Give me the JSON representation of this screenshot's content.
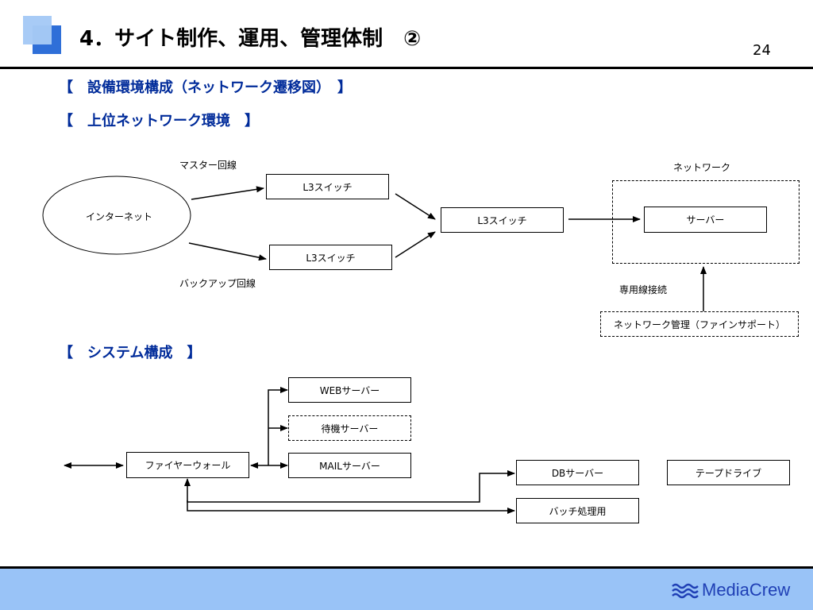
{
  "header": {
    "title": "4．サイト制作、運用、管理体制　②",
    "page_number": "24"
  },
  "sections": {
    "equipment": "【　設備環境構成（ネットワーク遷移図）　】",
    "upper_network": "【　上位ネットワーク環境　】",
    "system": "【　システム構成　】"
  },
  "network_diagram": {
    "internet": "インターネット",
    "master_line": "マスター回線",
    "backup_line": "バックアップ回線",
    "l3_switch_top": "L3スイッチ",
    "l3_switch_bottom": "L3スイッチ",
    "l3_switch_core": "L3スイッチ",
    "network_group": "ネットワーク",
    "server": "サーバー",
    "dedicated_line": "専用線接続",
    "network_management": "ネットワーク管理（ファインサポート）"
  },
  "system_diagram": {
    "firewall": "ファイヤーウォール",
    "web_server": "WEBサーバー",
    "standby_server": "待機サーバー",
    "mail_server": "MAILサーバー",
    "db_server": "DBサーバー",
    "batch": "バッチ処理用",
    "tape_drive": "テープドライブ"
  },
  "footer": {
    "logo_text": "MediaCrew"
  },
  "colors": {
    "accent_dark": "#2f6fd8",
    "accent_light": "#99c2f5",
    "section_text": "#002b9a",
    "footer_band": "#99c3f7",
    "logo": "#1f3fb5"
  }
}
